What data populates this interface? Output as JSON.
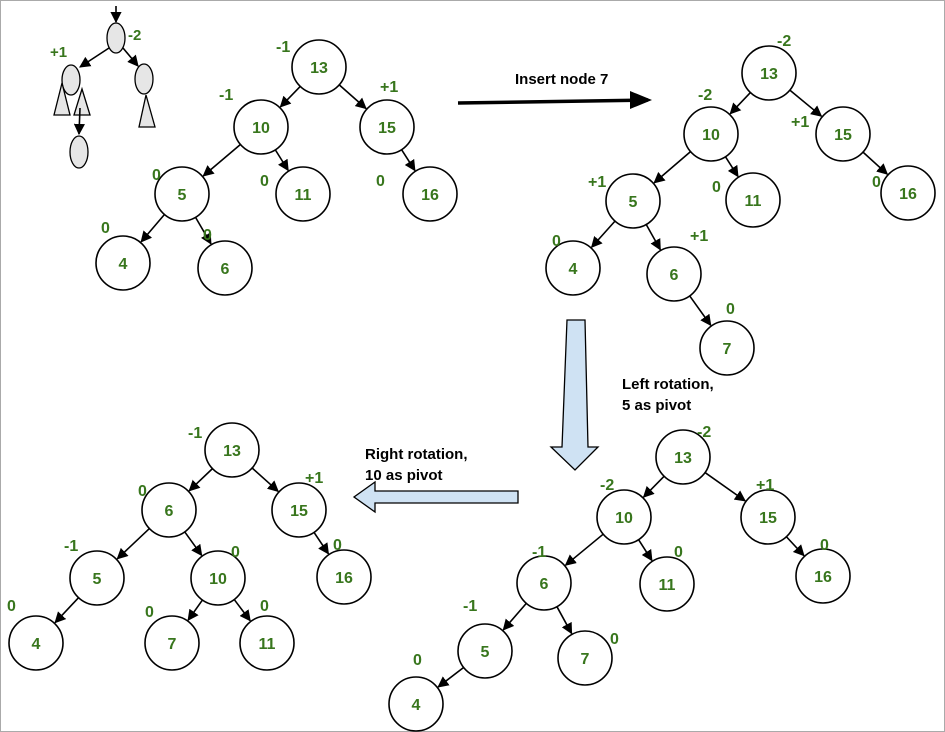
{
  "captions": {
    "insert": "Insert node 7",
    "left_rotation": [
      "Left rotation,",
      "5 as pivot"
    ],
    "right_rotation": [
      "Right rotation,",
      "10 as pivot"
    ]
  },
  "schematic": {
    "root_balance": "-2",
    "left_balance": "+1"
  },
  "trees": [
    {
      "name": "initial-tree",
      "nodes": [
        {
          "key": "13",
          "balance": "-1"
        },
        {
          "key": "10",
          "balance": "-1"
        },
        {
          "key": "15",
          "balance": "+1"
        },
        {
          "key": "5",
          "balance": "0"
        },
        {
          "key": "11",
          "balance": "0"
        },
        {
          "key": "16",
          "balance": "0"
        },
        {
          "key": "4",
          "balance": "0"
        },
        {
          "key": "6",
          "balance": "0"
        }
      ]
    },
    {
      "name": "after-insert-tree",
      "nodes": [
        {
          "key": "13",
          "balance": "-2"
        },
        {
          "key": "10",
          "balance": "-2"
        },
        {
          "key": "15",
          "balance": "+1"
        },
        {
          "key": "5",
          "balance": "+1"
        },
        {
          "key": "11",
          "balance": "0"
        },
        {
          "key": "16",
          "balance": "0"
        },
        {
          "key": "4",
          "balance": "0"
        },
        {
          "key": "6",
          "balance": "+1"
        },
        {
          "key": "7",
          "balance": "0"
        }
      ]
    },
    {
      "name": "after-left-rotation-tree",
      "nodes": [
        {
          "key": "13",
          "balance": "-2"
        },
        {
          "key": "10",
          "balance": "-2"
        },
        {
          "key": "15",
          "balance": "+1"
        },
        {
          "key": "6",
          "balance": "-1"
        },
        {
          "key": "11",
          "balance": "0"
        },
        {
          "key": "16",
          "balance": "0"
        },
        {
          "key": "5",
          "balance": "-1"
        },
        {
          "key": "7",
          "balance": "0"
        },
        {
          "key": "4",
          "balance": "0"
        }
      ]
    },
    {
      "name": "after-right-rotation-tree",
      "nodes": [
        {
          "key": "13",
          "balance": "-1"
        },
        {
          "key": "6",
          "balance": "0"
        },
        {
          "key": "15",
          "balance": "+1"
        },
        {
          "key": "5",
          "balance": "-1"
        },
        {
          "key": "10",
          "balance": "0"
        },
        {
          "key": "16",
          "balance": "0"
        },
        {
          "key": "4",
          "balance": "0"
        },
        {
          "key": "7",
          "balance": "0"
        },
        {
          "key": "11",
          "balance": "0"
        }
      ]
    }
  ]
}
